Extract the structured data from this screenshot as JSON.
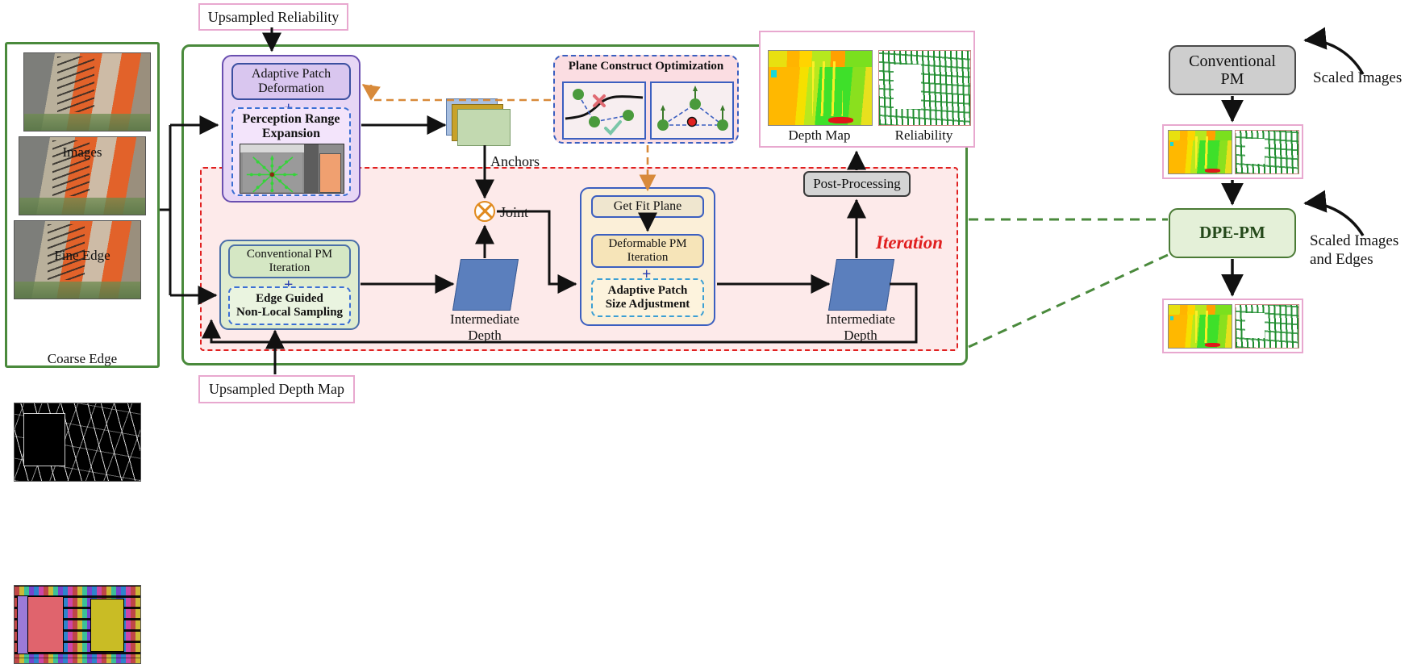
{
  "inputs": {
    "panel_name": "input-images-panel",
    "items": [
      {
        "label": "Images",
        "kind": "photo"
      },
      {
        "label": "Fine Edge",
        "kind": "fine-edge"
      },
      {
        "label": "Coarse Edge",
        "kind": "coarse-edge"
      }
    ]
  },
  "top_labels": {
    "upsampled_reliability": "Upsampled Reliability",
    "upsampled_depth_map": "Upsampled Depth Map"
  },
  "adaptive_module": {
    "title": "Adaptive Patch\nDeformation",
    "plus": "+",
    "subtitle": "Perception Range\nExpansion"
  },
  "plane_module": {
    "title": "Plane Construct Optimization",
    "panel_left_name": "reject-accept-illustration",
    "panel_right_name": "normal-vectors-illustration"
  },
  "anchors": {
    "label": "Anchors"
  },
  "joint": {
    "label": "Joint",
    "symbol": "cross-circle"
  },
  "conventional_module": {
    "title": "Conventional PM\nIteration",
    "plus": "+",
    "subtitle": "Edge Guided\nNon-Local Sampling"
  },
  "deformable_module": {
    "get_fit_plane": "Get Fit Plane",
    "title": "Deformable  PM\nIteration",
    "plus": "+",
    "subtitle": "Adaptive Patch\nSize Adjustment"
  },
  "intermediate": {
    "label_1": "Intermediate\nDepth",
    "label_2": "Intermediate\nDepth"
  },
  "iteration_badge": "Iteration",
  "results": {
    "depth_map_label": "Depth Map",
    "reliability_label": "Reliability",
    "post_processing": "Post-Processing"
  },
  "right_flow": {
    "conventional_pm": "Conventional\nPM",
    "scaled_images": "Scaled Images",
    "dpe_pm": "DPE-PM",
    "scaled_images_and_edges": "Scaled Images\nand Edges"
  },
  "colors": {
    "green_border": "#4a8a3c",
    "pink_border": "#e8a8cf",
    "red_dashed": "#e02020",
    "purple_fill": "#e7d6f5",
    "purple_border": "#6a4fb0",
    "blue_dashed": "#3b6fd4",
    "orange_dashed": "#d88a3a",
    "yellow_fill": "#fbefd8",
    "gray_fill": "#cecece",
    "dpe_green_fill": "#e4f0d8"
  }
}
